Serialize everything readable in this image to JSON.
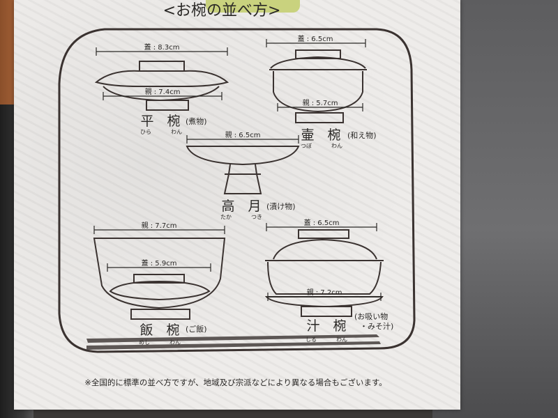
{
  "title": "<お椀の並べ方>",
  "footnote": "※全国的に標準の並べ方ですが、地域及び宗派などにより異なる場合もございます。",
  "bowls": {
    "hira": {
      "lid": "蓋 : 8.3cm",
      "body": "親 : 7.4cm",
      "name": "平　椀",
      "reading1": "ひら",
      "reading2": "わん",
      "use": "(煮物)"
    },
    "tsubo": {
      "lid": "蓋 : 6.5cm",
      "body": "親 : 5.7cm",
      "name": "壷　椀",
      "reading1": "つぼ",
      "reading2": "わん",
      "use": "(和え物)"
    },
    "takatsuki": {
      "body": "親 : 6.5cm",
      "name": "高　月",
      "reading1": "たか",
      "reading2": "つき",
      "use": "(漬け物)"
    },
    "meshi": {
      "body": "親 : 7.7cm",
      "lid": "蓋 : 5.9cm",
      "name": "飯　椀",
      "reading1": "めし",
      "reading2": "わん",
      "use": "(ご飯)"
    },
    "shiru": {
      "lid": "蓋 : 6.5cm",
      "body": "親 : 7.2cm",
      "name": "汁　椀",
      "reading1": "しる",
      "reading2": "わん",
      "use1": "(お吸い物",
      "use2": "・みそ汁)"
    }
  }
}
